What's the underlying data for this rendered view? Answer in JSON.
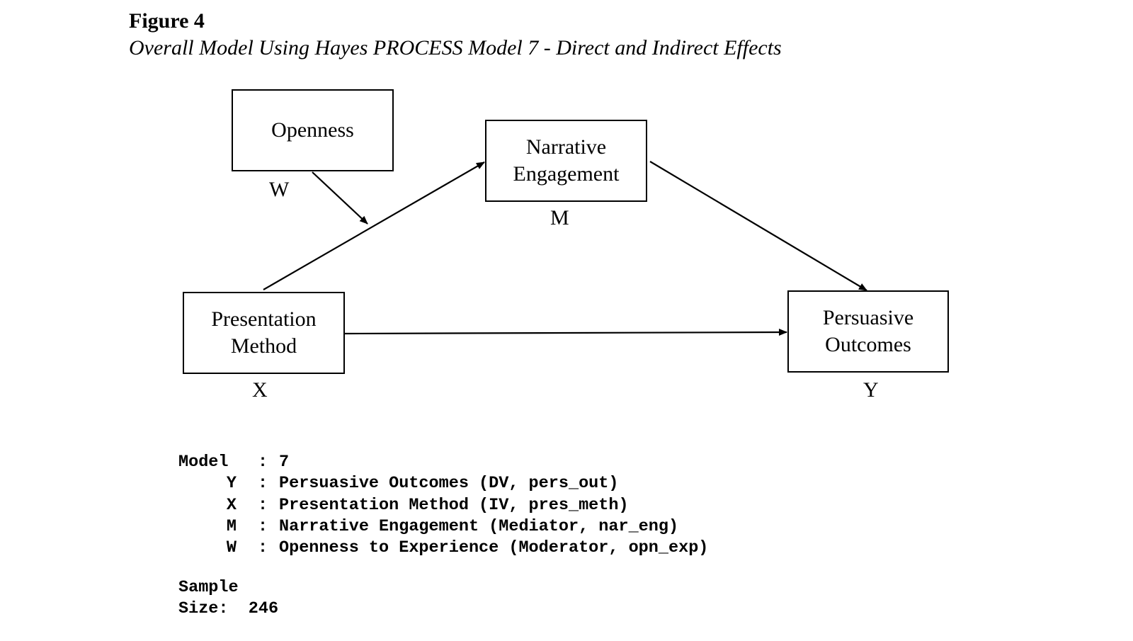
{
  "figure": {
    "label": "Figure 4",
    "caption": "Overall Model Using Hayes PROCESS Model 7 - Direct and Indirect Effects"
  },
  "diagram": {
    "nodes": {
      "moderator": {
        "label": "Openness",
        "letter": "W"
      },
      "mediator": {
        "label": "Narrative\nEngagement",
        "letter": "M"
      },
      "predictor": {
        "label": "Presentation\nMethod",
        "letter": "X"
      },
      "outcome": {
        "label": "Persuasive\nOutcomes",
        "letter": "Y"
      }
    }
  },
  "model_summary": {
    "model_key": "Model",
    "model_value": "7",
    "separator": ":",
    "variables": [
      {
        "key": "Y",
        "value": "Persuasive Outcomes (DV, pers_out)"
      },
      {
        "key": "X",
        "value": "Presentation Method (IV, pres_meth)"
      },
      {
        "key": "M",
        "value": "Narrative Engagement (Mediator, nar_eng)"
      },
      {
        "key": "W",
        "value": "Openness to Experience (Moderator, opn_exp)"
      }
    ],
    "sample_label_line1": "Sample",
    "sample_label_line2": "Size:",
    "sample_size": "246"
  }
}
